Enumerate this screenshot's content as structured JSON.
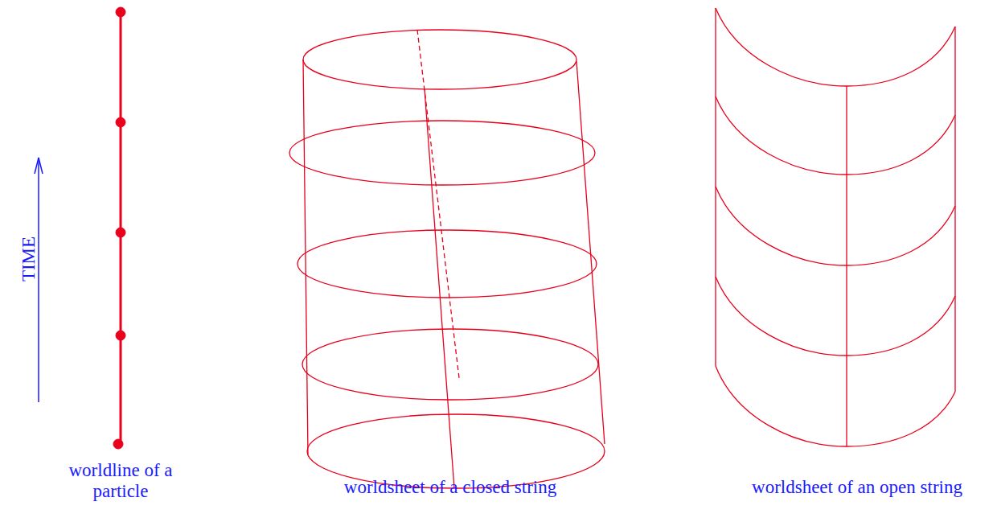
{
  "diagram": {
    "labels": [
      "TIME",
      "worldline of a particle",
      "worldsheet of a closed string",
      "worldsheet of an open string"
    ]
  }
}
